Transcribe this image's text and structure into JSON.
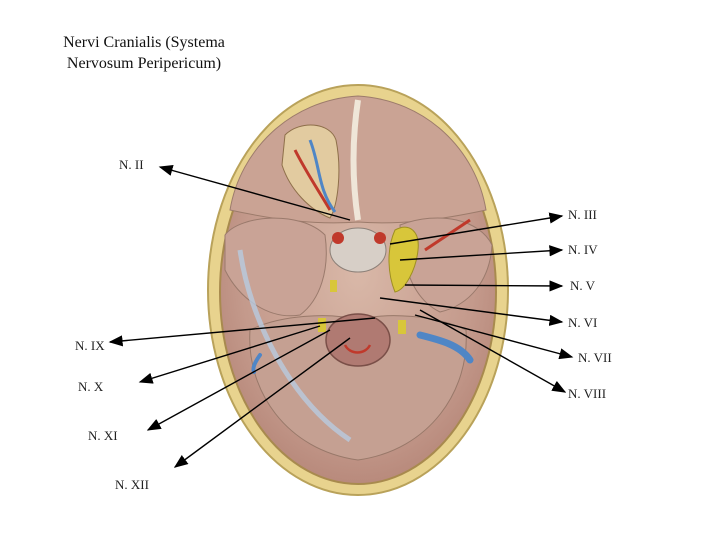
{
  "title_line1": "Nervi Cranialis (Systema",
  "title_line2": "Nervosum Peripericum)",
  "labels": [
    "N. II",
    "N. III",
    "N. IV",
    "N. V",
    "N. VI",
    "N. VII",
    "N. VIII",
    "N. IX",
    "N. X",
    "N. XI",
    "N. XII"
  ],
  "colors": {
    "bone": "#e6d48a",
    "dura": "#c9a097",
    "vessel_red": "#c0392b",
    "vessel_blue": "#4f86c6",
    "nerve_yellow": "#d8c63a",
    "arrow": "#000000"
  }
}
